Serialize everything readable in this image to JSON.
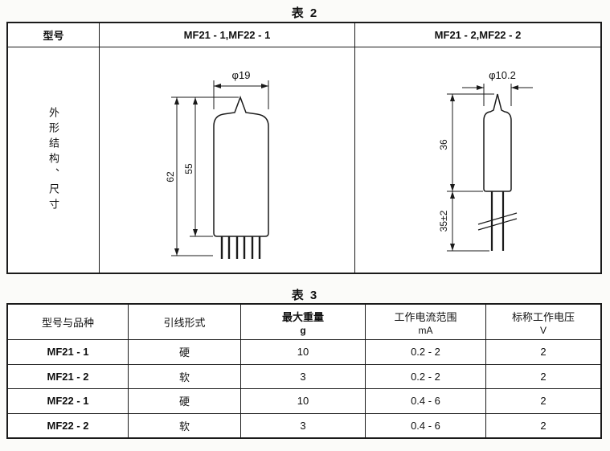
{
  "table2": {
    "title": "表 2",
    "header": {
      "col1": "型号",
      "col2": "MF21 - 1,MF22 - 1",
      "col3": "MF21 - 2,MF22 - 2"
    },
    "row_label": "外形结构、尺寸",
    "drawing_large": {
      "diameter": "φ19",
      "overall_height": "62",
      "body_height": "55"
    },
    "drawing_small": {
      "diameter": "φ10.2",
      "body_height": "36",
      "lead_length": "35±2"
    }
  },
  "table3": {
    "title": "表 3",
    "headers": [
      {
        "line1": "型号与品种",
        "line2": ""
      },
      {
        "line1": "引线形式",
        "line2": ""
      },
      {
        "line1": "最大重量",
        "line2": "g"
      },
      {
        "line1": "工作电流范围",
        "line2": "mA"
      },
      {
        "line1": "标称工作电压",
        "line2": "V"
      }
    ],
    "rows": [
      [
        "MF21 - 1",
        "硬",
        "10",
        "0.2 - 2",
        "2"
      ],
      [
        "MF21 - 2",
        "软",
        "3",
        "0.2 - 2",
        "2"
      ],
      [
        "MF22 - 1",
        "硬",
        "10",
        "0.4 - 6",
        "2"
      ],
      [
        "MF22 - 2",
        "软",
        "3",
        "0.4 - 6",
        "2"
      ]
    ]
  }
}
